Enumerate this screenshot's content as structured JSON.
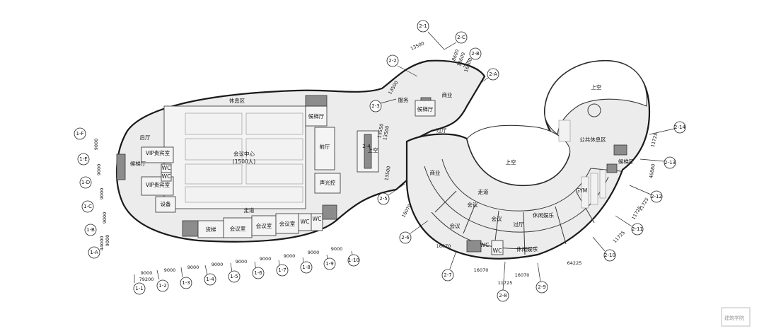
{
  "rooms": {
    "rest_area": "休息区",
    "back_hall": "后厅",
    "vip_room_1": "VIP贵宾室",
    "vip_room_2": "VIP贵宾室",
    "waiting_hall_left": "候梯厅",
    "wc_1": "WC",
    "wc_2": "WC",
    "equipment": "设备",
    "conference_center": "会议中心",
    "capacity": "(1500人)",
    "waiting_hall_top": "候梯厅",
    "front_hall": "前厅",
    "av_control": "声光控",
    "corridor_left": "走道",
    "stairs": "货梯",
    "meeting_1": "会议室",
    "meeting_2": "会议室",
    "meeting_3": "会议室",
    "wc_3": "WC",
    "wc_4": "WC",
    "service": "服务",
    "waiting_hall_service": "候梯厅",
    "commerce_top": "商业",
    "escalator_label": "上空",
    "passage_1": "过厅",
    "commerce_mid": "商业",
    "void_center": "上空",
    "corridor_right": "走道",
    "meeting_a": "会议",
    "meeting_b": "会议",
    "meeting_c": "会议",
    "leisure_1": "休闲娱乐",
    "leisure_2": "休闲娱乐",
    "passage_2": "过厅",
    "wc_5": "WC",
    "wc_6": "WC",
    "gym": "GYM",
    "void_right": "上空",
    "public_rest": "公共休息区",
    "waiting_hall_right": "候梯厅"
  },
  "grid_numbers": [
    "1-1",
    "1-2",
    "1-3",
    "1-4",
    "1-5",
    "1-6",
    "1-7",
    "1-8",
    "1-9",
    "1-10"
  ],
  "grid_letters": [
    "1-F",
    "1-E",
    "1-D",
    "1-C",
    "1-B",
    "1-A"
  ],
  "grid_radial": [
    "2-1",
    "2-C",
    "2-B",
    "2-2",
    "2-A",
    "2-3",
    "2-4",
    "2-5",
    "2-6",
    "2-7",
    "2-8",
    "2-9",
    "2-10",
    "2-11",
    "2-12",
    "2-13",
    "2-14"
  ],
  "dimensions": {
    "bottom_spans": [
      "9000",
      "9000",
      "9000",
      "9000",
      "9000",
      "9000",
      "9000",
      "9000",
      "9000"
    ],
    "bottom_total": "79200",
    "left_spans": [
      "9000",
      "9000",
      "9000",
      "9000",
      "9000"
    ],
    "left_total": "44000",
    "radial": [
      "13500",
      "8600",
      "18600",
      "16000",
      "13500",
      "13550",
      "13500",
      "13500",
      "16070",
      "16070",
      "16070",
      "16070",
      "64225",
      "11725",
      "11725",
      "11725",
      "46880",
      "11725"
    ]
  },
  "watermark": "建筑学院"
}
